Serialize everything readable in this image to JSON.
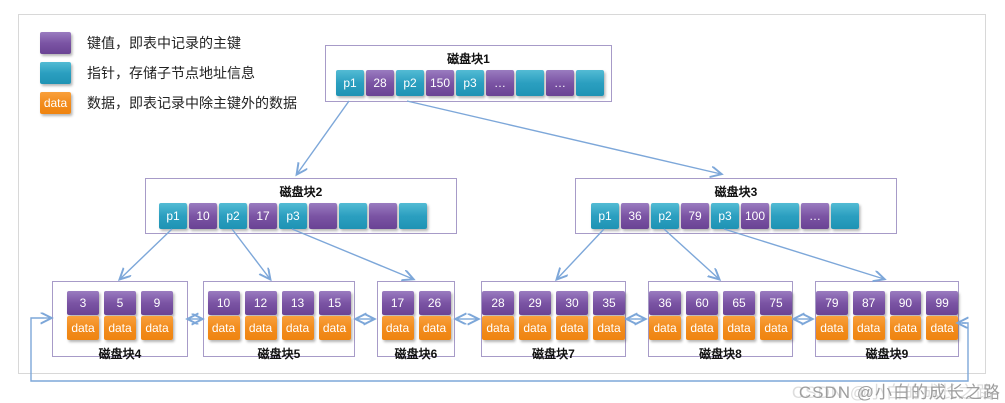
{
  "legend": {
    "items": [
      {
        "type": "key",
        "swatch_text": "",
        "label": "键值，即表中记录的主键"
      },
      {
        "type": "pointer",
        "swatch_text": "",
        "label": "指针，存储子节点地址信息"
      },
      {
        "type": "data",
        "swatch_text": "data",
        "label": "数据，即表记录中除主键外的数据"
      }
    ]
  },
  "internal_nodes": [
    {
      "title": "磁盘块1",
      "cells": [
        {
          "t": "pointer",
          "label": "p1"
        },
        {
          "t": "key",
          "label": "28"
        },
        {
          "t": "pointer",
          "label": "p2"
        },
        {
          "t": "key",
          "label": "150"
        },
        {
          "t": "pointer",
          "label": "p3"
        },
        {
          "t": "key",
          "label": "…"
        },
        {
          "t": "pointer",
          "label": ""
        },
        {
          "t": "key",
          "label": "…"
        },
        {
          "t": "pointer",
          "label": ""
        }
      ]
    },
    {
      "title": "磁盘块2",
      "cells": [
        {
          "t": "pointer",
          "label": "p1"
        },
        {
          "t": "key",
          "label": "10"
        },
        {
          "t": "pointer",
          "label": "p2"
        },
        {
          "t": "key",
          "label": "17"
        },
        {
          "t": "pointer",
          "label": "p3"
        },
        {
          "t": "key",
          "label": ""
        },
        {
          "t": "pointer",
          "label": ""
        },
        {
          "t": "key",
          "label": ""
        },
        {
          "t": "pointer",
          "label": ""
        }
      ]
    },
    {
      "title": "磁盘块3",
      "cells": [
        {
          "t": "pointer",
          "label": "p1"
        },
        {
          "t": "key",
          "label": "36"
        },
        {
          "t": "pointer",
          "label": "p2"
        },
        {
          "t": "key",
          "label": "79"
        },
        {
          "t": "pointer",
          "label": "p3"
        },
        {
          "t": "key",
          "label": "100"
        },
        {
          "t": "pointer",
          "label": ""
        },
        {
          "t": "key",
          "label": "…"
        },
        {
          "t": "pointer",
          "label": ""
        }
      ]
    }
  ],
  "leaf_nodes": [
    {
      "title": "磁盘块4",
      "keys": [
        "3",
        "5",
        "9"
      ]
    },
    {
      "title": "磁盘块5",
      "keys": [
        "10",
        "12",
        "13",
        "15"
      ]
    },
    {
      "title": "磁盘块6",
      "keys": [
        "17",
        "26"
      ]
    },
    {
      "title": "磁盘块7",
      "keys": [
        "28",
        "29",
        "30",
        "35"
      ]
    },
    {
      "title": "磁盘块8",
      "keys": [
        "36",
        "60",
        "65",
        "75"
      ]
    },
    {
      "title": "磁盘块9",
      "keys": [
        "79",
        "87",
        "90",
        "99"
      ]
    }
  ],
  "labels": {
    "data_cell": "data"
  },
  "watermark": "CSDN @小白的成长之路",
  "colors": {
    "key": "#7b54a4",
    "pointer": "#2b9fc0",
    "data": "#f28c1d",
    "arrow": "#7da7d9",
    "node_border": "#a79bc8",
    "frame_border": "#d8d8d8"
  }
}
